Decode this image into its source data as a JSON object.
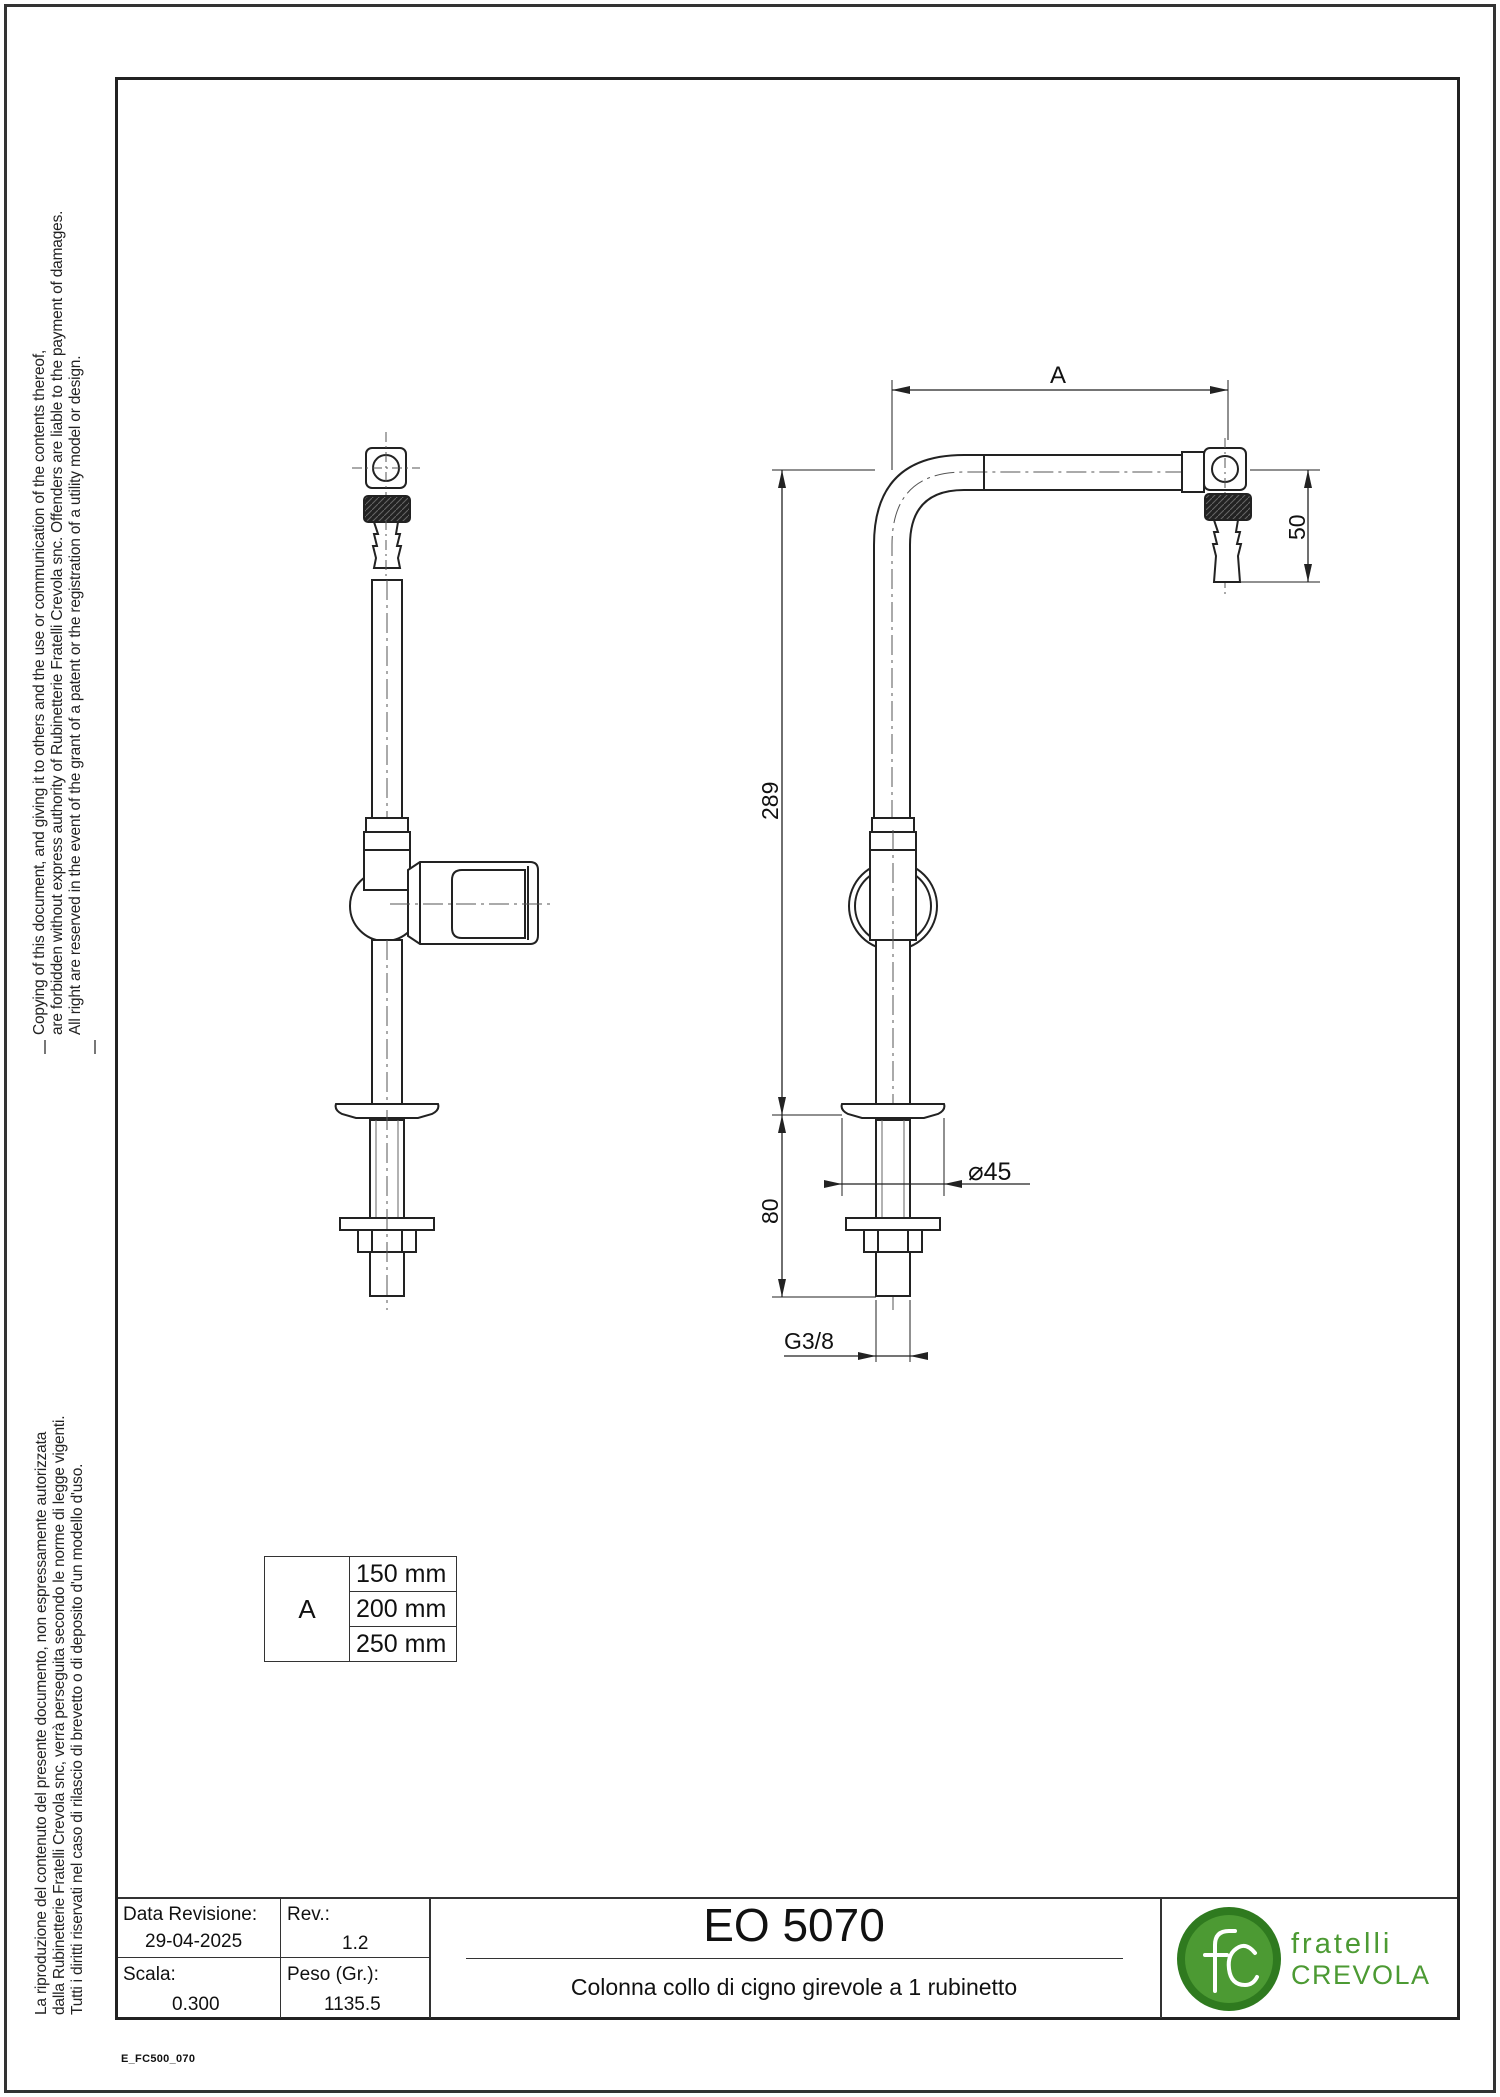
{
  "notice_en": {
    "lines": [
      "Copying of this document, and giving it to others and the use or communication of the contents thereof,",
      "are forbidden without express authority of Rubinetterie Fratelli Crevola snc. Offenders are liable to the payment of damages.",
      "All right are reserved in the event of the grant of a patent or the registration of a utility model or design."
    ]
  },
  "notice_it": {
    "lines": [
      "La riproduzione del contenuto del presente documento, non espressamente autorizzata",
      "dalla Rubinetterie Fratelli Crevola snc, verrà perseguita secondo le norme di legge vigenti.",
      "Tutti i diritti riservati nel caso di rilascio di brevetto o di deposito d'un modello d'uso."
    ]
  },
  "dimensions": {
    "a_label": "A",
    "height_50": "50",
    "height_289": "289",
    "height_80": "80",
    "diameter": "45",
    "thread": "G3/8"
  },
  "dim_table": {
    "key": "A",
    "values": [
      "150 mm",
      "200 mm",
      "250 mm"
    ]
  },
  "title_block": {
    "revision_date_label": "Data Revisione:",
    "revision_date": "29-04-2025",
    "rev_label": "Rev.:",
    "rev": "1.2",
    "scale_label": "Scala:",
    "scale": "0.300",
    "weight_label": "Peso (Gr.):",
    "weight": "1135.5",
    "code": "EO 5070",
    "description": "Colonna collo di cigno girevole a 1 rubinetto"
  },
  "brand": {
    "line1": "fratelli",
    "line2": "CREVOLA",
    "color": "#4c9a33",
    "dark_green": "#2f7a1f"
  },
  "doc_code": "E_FC500_070"
}
